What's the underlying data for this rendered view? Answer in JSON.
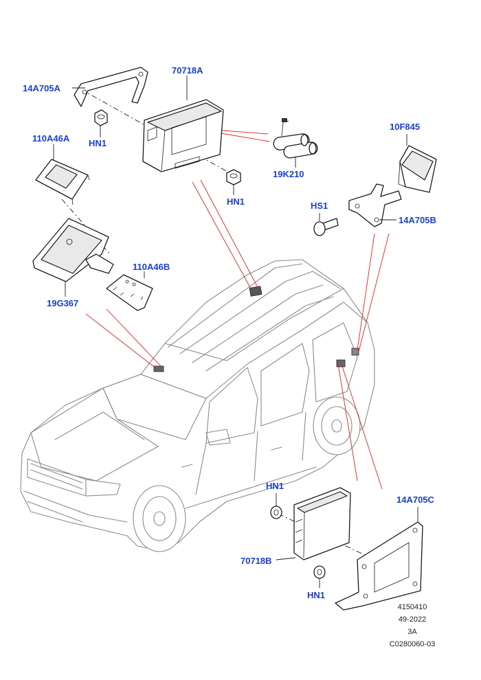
{
  "diagram": {
    "colors": {
      "label": "#1a3fd1",
      "callout_line": "#e02020",
      "part_outline": "#1a1a1a",
      "vehicle_outline": "#8a8a8a"
    },
    "labels": {
      "p70718A": "70718A",
      "p14A705A": "14A705A",
      "pHN1_top": "HN1",
      "p110A46A": "110A46A",
      "pHN1_mid": "HN1",
      "p19K210": "19K210",
      "p10F845": "10F845",
      "pHS1": "HS1",
      "p14A705B": "14A705B",
      "p110A46B": "110A46B",
      "p19G367": "19G367",
      "pHN1_lower": "HN1",
      "p14A705C": "14A705C",
      "p70718B": "70718B",
      "pHN1_bottom": "HN1"
    },
    "footer": {
      "line1": "4150410",
      "line2": "49-2022",
      "line3": "3A",
      "line4": "C0280060-03"
    }
  }
}
